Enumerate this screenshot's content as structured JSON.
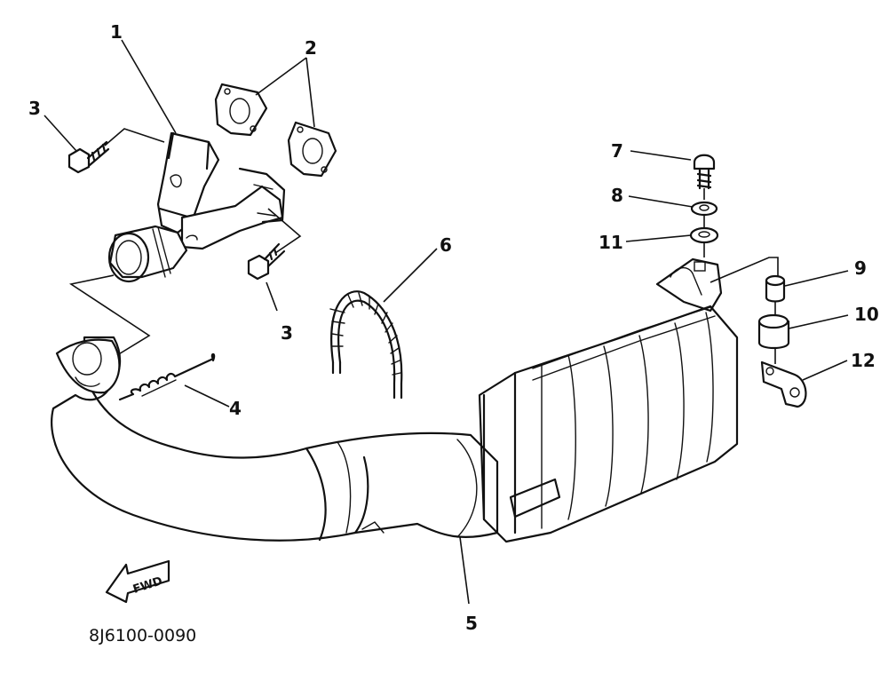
{
  "diagram": {
    "callouts": {
      "n1": "1",
      "n2": "2",
      "n3a": "3",
      "n3b": "3",
      "n4": "4",
      "n5": "5",
      "n6": "6",
      "n7": "7",
      "n8": "8",
      "n9": "9",
      "n10": "10",
      "n11": "11",
      "n12": "12"
    },
    "fwd_label": "FWD",
    "drawing_code": "8J6100-0090"
  }
}
